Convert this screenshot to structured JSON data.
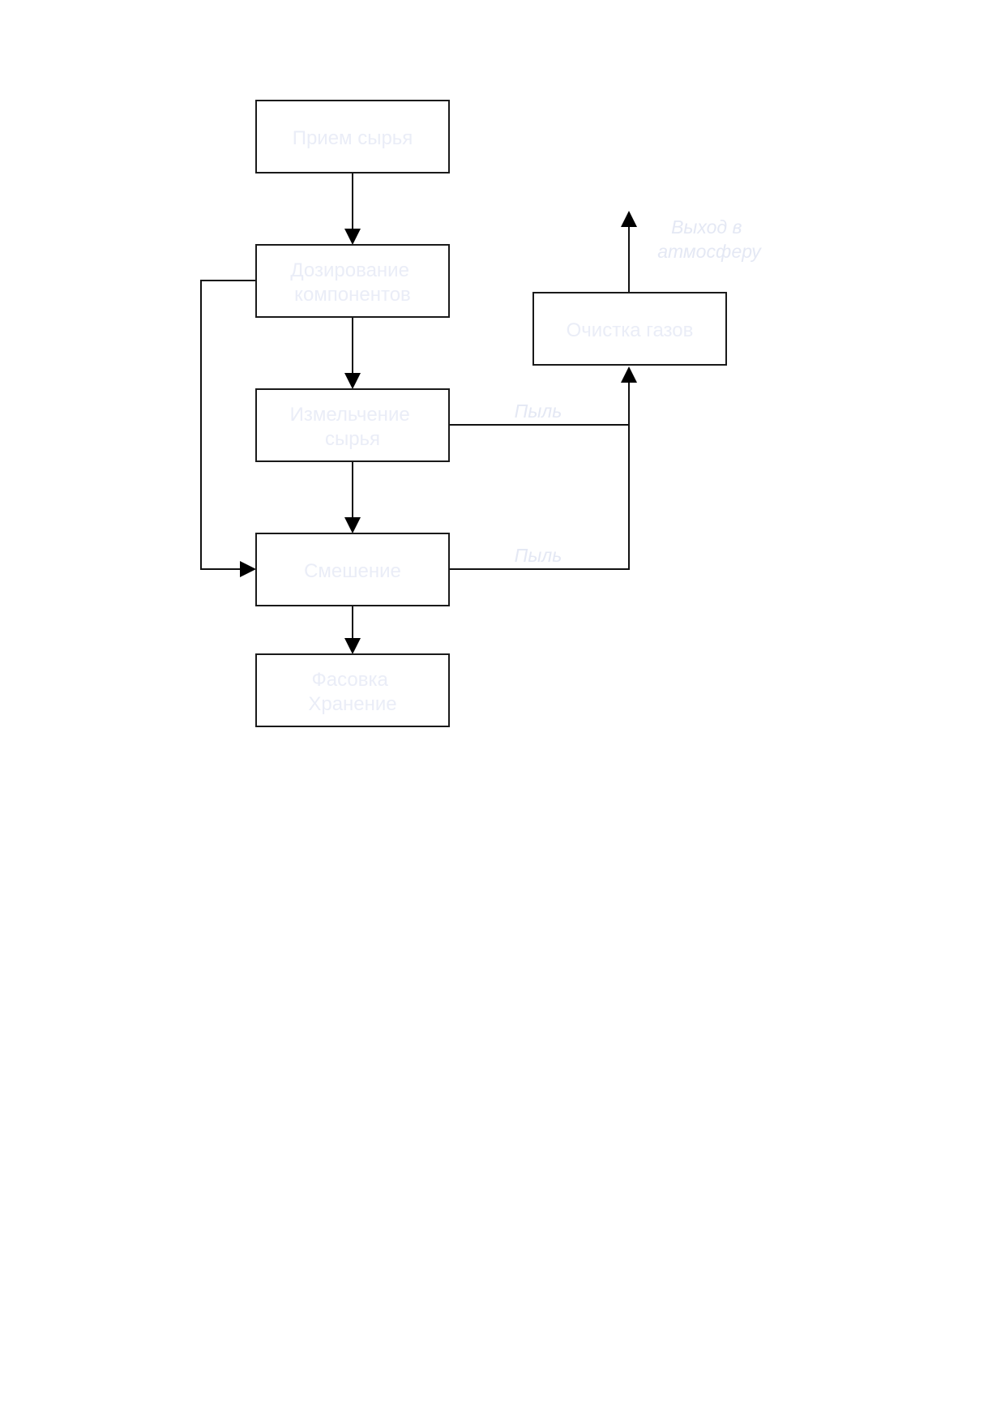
{
  "colors": {
    "box_text": "#eaedf7",
    "note_text": "#e4e8f4",
    "line": "#111111"
  },
  "nodes": {
    "intake": [
      "Прием сырья"
    ],
    "dosing": [
      "Дозирование",
      "компонентов"
    ],
    "grinding": [
      "Измельчение",
      "сырья"
    ],
    "mixing": [
      "Смешение"
    ],
    "packing": [
      "Фасовка",
      "Хранение"
    ],
    "gas_cleaning": [
      "Очистка газов"
    ]
  },
  "labels": {
    "dust_grinding": "Пыль",
    "dust_mixing": "Пыль",
    "exhaust": [
      "Выход в",
      "атмосферу"
    ]
  }
}
